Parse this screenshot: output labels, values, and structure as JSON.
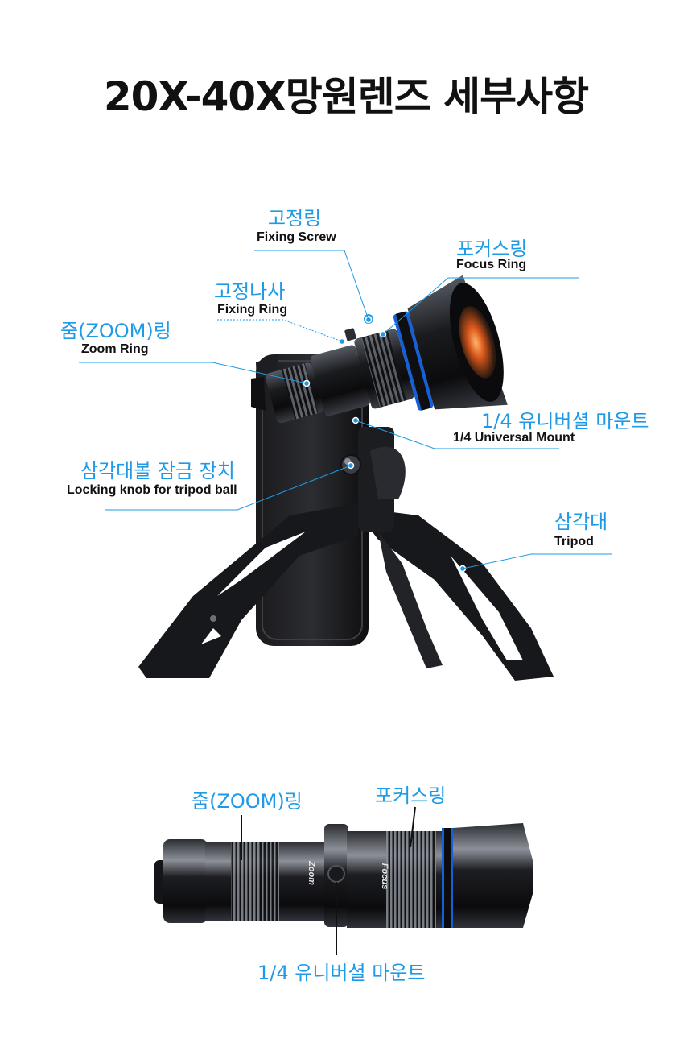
{
  "title": "20X-40X망원렌즈  세부사항",
  "callouts": {
    "fixing_screw": {
      "ko": "고정링",
      "en": "Fixing Screw"
    },
    "focus_ring": {
      "ko": "포커스링",
      "en": "Focus Ring"
    },
    "fixing_ring": {
      "ko": "고정나사",
      "en": "Fixing Ring"
    },
    "zoom_ring": {
      "ko": "줌(ZOOM)링",
      "en": "Zoom Ring"
    },
    "universal_mount": {
      "ko": "1/4 유니버셜 마운트",
      "en": "1/4 Universal Mount"
    },
    "locking_knob": {
      "ko": "삼각대볼 잠금 장치",
      "en": "Locking knob for tripod ball"
    },
    "tripod": {
      "ko": "삼각대",
      "en": "Tripod"
    }
  },
  "lens_detail": {
    "zoom_ring": "줌(ZOOM)링",
    "focus_ring": "포커스링",
    "universal_mount": "1/4 유니버셜 마운트",
    "engraving_zoom": "Zoom",
    "engraving_focus": "Focus"
  },
  "colors": {
    "accent": "#1f9ae6",
    "lens_blue": "#1560d8",
    "metal": "#1c1d20"
  }
}
